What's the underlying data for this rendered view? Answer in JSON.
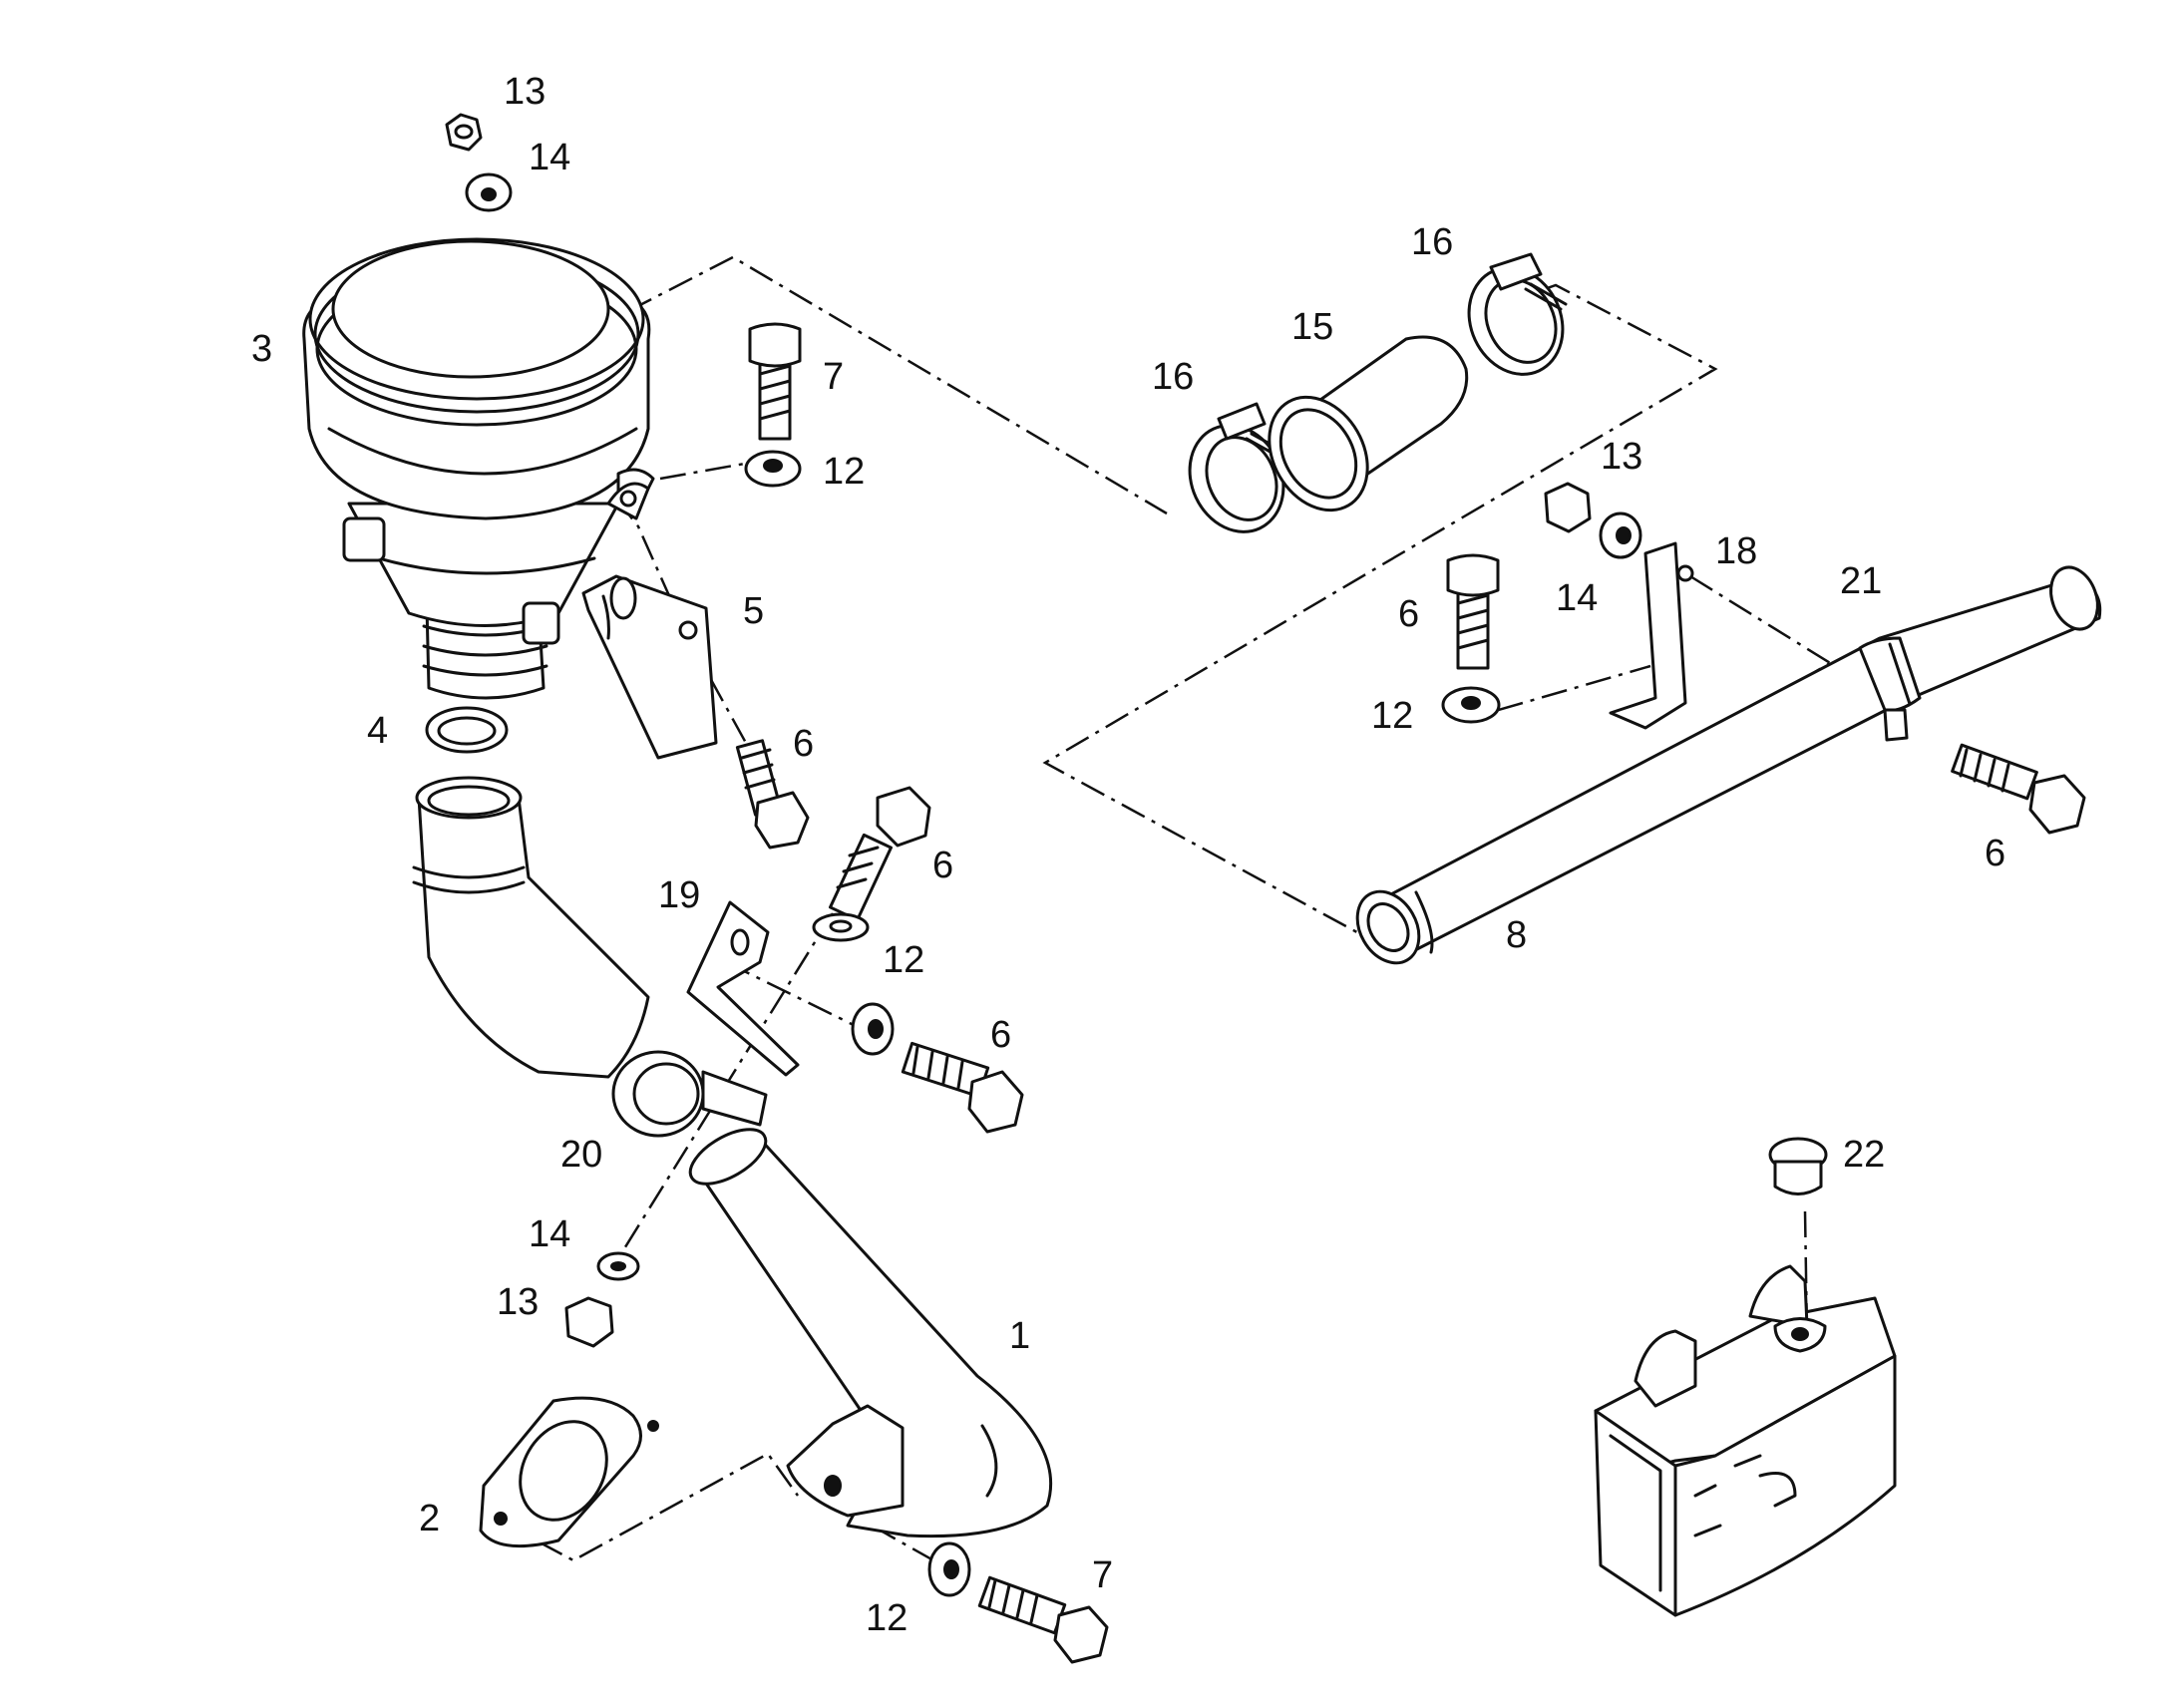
{
  "callouts": [
    {
      "id": "c13a",
      "label": "13"
    },
    {
      "id": "c14a",
      "label": "14"
    },
    {
      "id": "c3",
      "label": "3"
    },
    {
      "id": "c7a",
      "label": "7"
    },
    {
      "id": "c12a",
      "label": "12"
    },
    {
      "id": "c5",
      "label": "5"
    },
    {
      "id": "c4",
      "label": "4"
    },
    {
      "id": "c6a",
      "label": "6"
    },
    {
      "id": "c6b",
      "label": "6"
    },
    {
      "id": "c19",
      "label": "19"
    },
    {
      "id": "c12b",
      "label": "12"
    },
    {
      "id": "c6c",
      "label": "6"
    },
    {
      "id": "c20",
      "label": "20"
    },
    {
      "id": "c14b",
      "label": "14"
    },
    {
      "id": "c13b",
      "label": "13"
    },
    {
      "id": "c1",
      "label": "1"
    },
    {
      "id": "c2",
      "label": "2"
    },
    {
      "id": "c12c",
      "label": "12"
    },
    {
      "id": "c7b",
      "label": "7"
    },
    {
      "id": "c16a",
      "label": "16"
    },
    {
      "id": "c16b",
      "label": "16"
    },
    {
      "id": "c15",
      "label": "15"
    },
    {
      "id": "c13c",
      "label": "13"
    },
    {
      "id": "c6d",
      "label": "6"
    },
    {
      "id": "c14c",
      "label": "14"
    },
    {
      "id": "c18",
      "label": "18"
    },
    {
      "id": "c21",
      "label": "21"
    },
    {
      "id": "c12d",
      "label": "12"
    },
    {
      "id": "c6e",
      "label": "6"
    },
    {
      "id": "c8",
      "label": "8"
    },
    {
      "id": "c22",
      "label": "22"
    }
  ]
}
